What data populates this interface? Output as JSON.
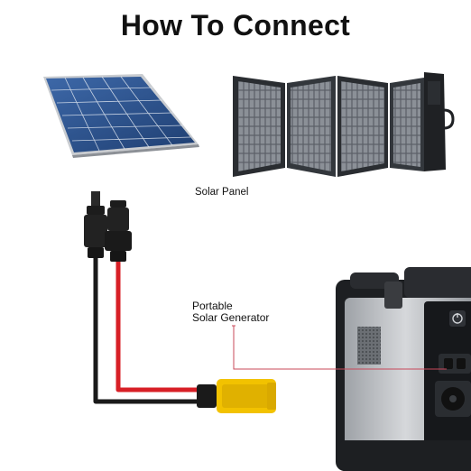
{
  "title": "How To Connect",
  "labels": {
    "solar_panel": "Solar Panel",
    "generator_line1": "Portable",
    "generator_line2": "Solar Generator"
  },
  "colors": {
    "cable_red": "#d81f26",
    "cable_black": "#1a1a1a",
    "connector_yellow": "#f2c200",
    "leader_line": "#c8485a",
    "panel_blue": "#2a4f8a",
    "generator_silver": "#b9bcc0"
  }
}
